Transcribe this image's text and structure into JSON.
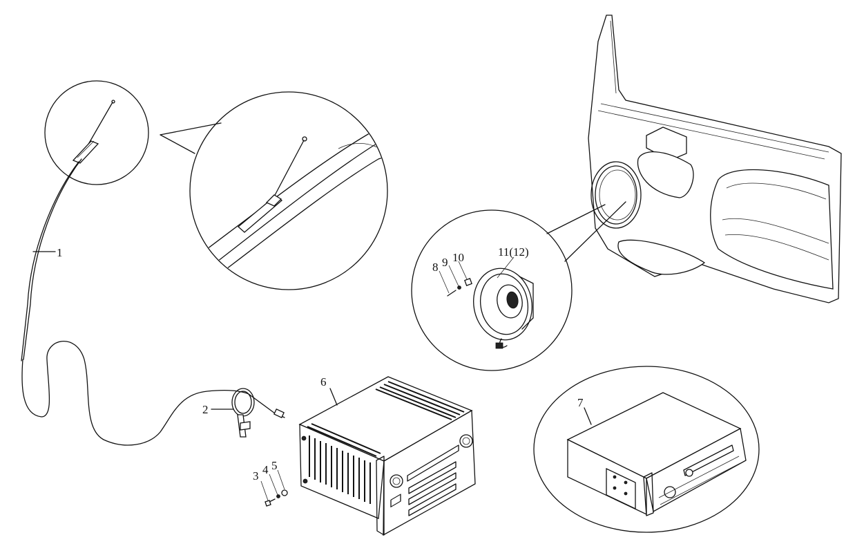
{
  "callouts": {
    "c1": "1",
    "c2": "2",
    "c3": "3",
    "c4": "4",
    "c5": "5",
    "c6": "6",
    "c7": "7",
    "c8": "8",
    "c9": "9",
    "c10": "10",
    "c11": "11(12)"
  }
}
